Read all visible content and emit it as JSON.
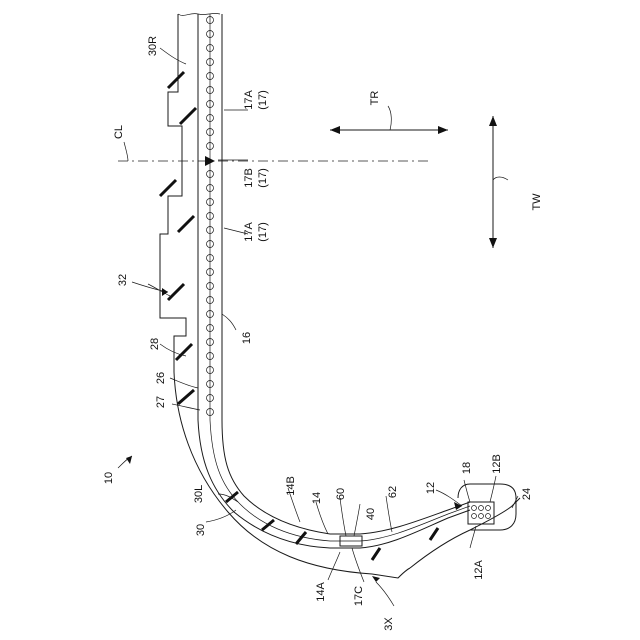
{
  "labels": {
    "l10": "10",
    "l12": "12",
    "l12a": "12A",
    "l12b": "12B",
    "l14": "14",
    "l14a": "14A",
    "l14b": "14B",
    "l16": "16",
    "l17a_top": "17A",
    "l17a_top_sub": "(17)",
    "l17b": "17B",
    "l17b_sub": "(17)",
    "l17a_mid": "17A",
    "l17a_mid_sub": "(17)",
    "l17c": "17C",
    "l18": "18",
    "l24": "24",
    "l26": "26",
    "l27": "27",
    "l28": "28",
    "l30": "30",
    "l30l": "30L",
    "l30r": "30R",
    "l32": "32",
    "l3x": "3X",
    "l40": "40",
    "l60": "60",
    "l62": "62",
    "cl": "CL",
    "tr": "TR",
    "tw": "TW"
  },
  "colors": {
    "ink": "#111111",
    "background": "#ffffff"
  }
}
